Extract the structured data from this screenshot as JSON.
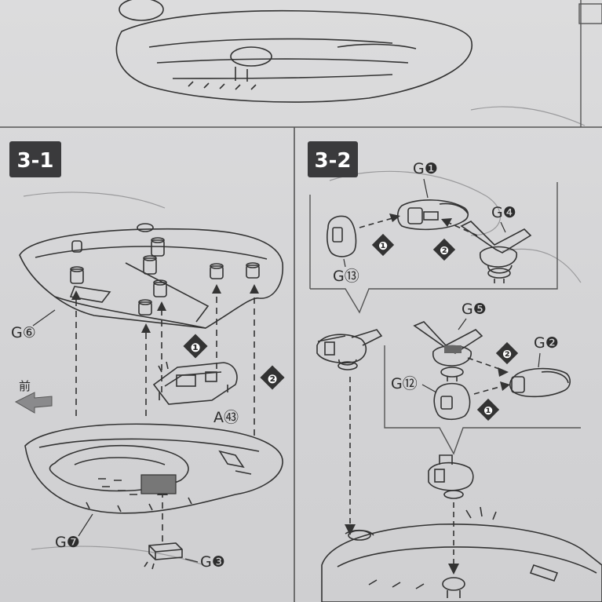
{
  "steps": {
    "step1": "3-1",
    "step2": "3-2"
  },
  "direction_label": "前",
  "parts": {
    "g6": "G⑥",
    "g7": "G❼",
    "g3": "G❸",
    "a43": "A㊸",
    "g1": "G❶",
    "g4": "G❹",
    "g13": "G⑬",
    "g5": "G❺",
    "g2": "G❷",
    "g12": "G⑫"
  },
  "order_marks": [
    "❶",
    "❷"
  ]
}
